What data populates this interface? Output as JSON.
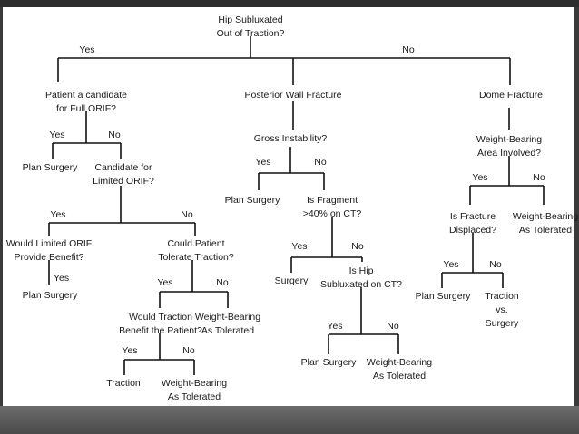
{
  "nodes": {
    "root": [
      "Hip Subluxated",
      "Out of Traction?"
    ],
    "orif_candidate": [
      "Patient a candidate",
      "for Full ORIF?"
    ],
    "posterior_wall": [
      "Posterior Wall Fracture"
    ],
    "dome": [
      "Dome Fracture"
    ],
    "plan_surgery_1": [
      "Plan Surgery"
    ],
    "limited_orif": [
      "Candidate for",
      "Limited ORIF?"
    ],
    "gross_instability": [
      "Gross Instability?"
    ],
    "weight_bearing_area": [
      "Weight-Bearing",
      "Area Involved?"
    ],
    "would_limited": [
      "Would Limited ORIF",
      "Provide Benefit?"
    ],
    "plan_surgery_2": [
      "Plan Surgery"
    ],
    "tolerate_traction": [
      "Could Patient",
      "Tolerate Traction?"
    ],
    "plan_surgery_3": [
      "Plan Surgery"
    ],
    "fragment": [
      "Is Fragment",
      ">40% on CT?"
    ],
    "fracture_displaced": [
      "Is Fracture",
      "Displaced?"
    ],
    "wbat_1": [
      "Weight-Bearing",
      "As Tolerated"
    ],
    "traction_benefit": [
      "Would Traction",
      "Benefit the Patient?"
    ],
    "wbat_2": [
      "Weight-Bearing",
      "As Tolerated"
    ],
    "surgery_1": [
      "Surgery"
    ],
    "hip_subluxated_ct": [
      "Is Hip",
      "Subluxated on CT?"
    ],
    "plan_surgery_4": [
      "Plan Surgery"
    ],
    "traction_vs_surgery": [
      "Traction",
      "vs.",
      "Surgery"
    ],
    "traction": [
      "Traction"
    ],
    "wbat_3": [
      "Weight-Bearing",
      "As Tolerated"
    ],
    "plan_surgery_5": [
      "Plan Surgery"
    ],
    "wbat_4": [
      "Weight-Bearing",
      "As Tolerated"
    ]
  },
  "yes_label": "Yes",
  "no_label": "No"
}
